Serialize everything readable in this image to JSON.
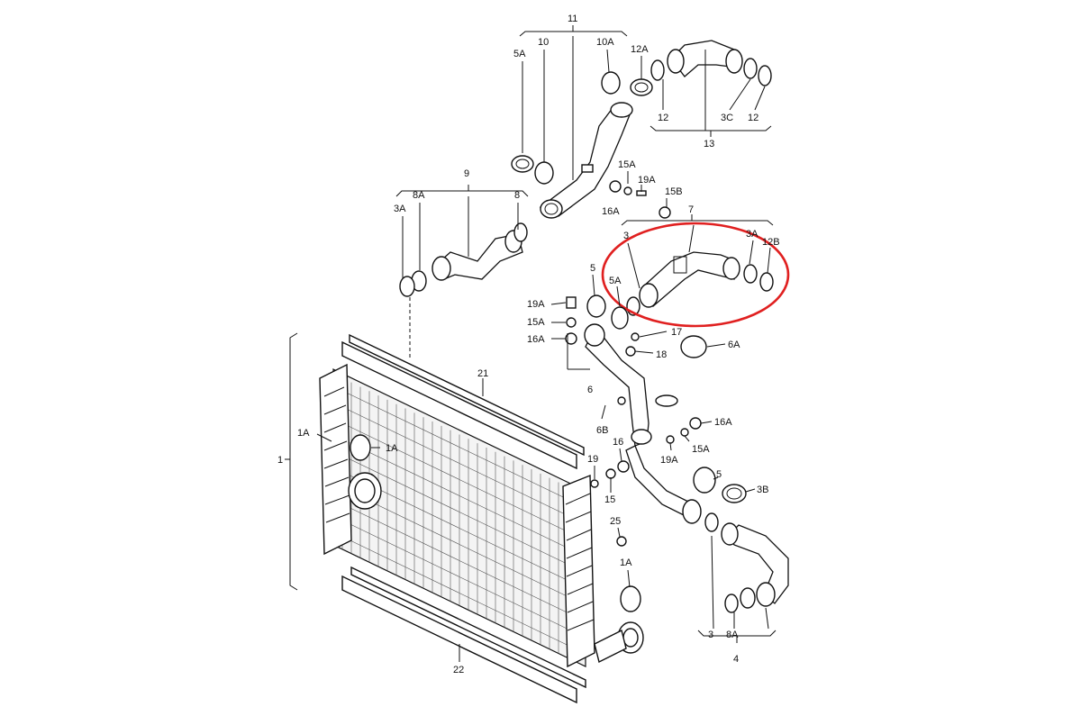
{
  "diagram": {
    "highlight_color": "#e02020",
    "labels": {
      "l11": "11",
      "l5A_top": "5A",
      "l10": "10",
      "l10A": "10A",
      "l12A": "12A",
      "l12_a": "12",
      "l3C": "3C",
      "l12_b": "12",
      "l13": "13",
      "l9": "9",
      "l8A_left": "8A",
      "l3A_left": "3A",
      "l8_left": "8",
      "l15A_top": "15A",
      "l19A_top": "19A",
      "l16A_top": "16A",
      "l15B": "15B",
      "l7": "7",
      "l3_mid": "3",
      "l3A_right": "3A",
      "l12B": "12B",
      "l5": "5",
      "l5A_mid": "5A",
      "l19A_mid": "19A",
      "l15A_mid": "15A",
      "l16A_mid": "16A",
      "l17": "17",
      "l18": "18",
      "l6A": "6A",
      "l6": "6",
      "l6B": "6B",
      "l16A_right": "16A",
      "l15A_right": "15A",
      "l19A_right": "19A",
      "l16": "16",
      "l19": "19",
      "l15": "15",
      "l5_lower": "5",
      "l3B": "3B",
      "l25": "25",
      "l1A_lower": "1A",
      "l1A_left": "1A",
      "l1": "1",
      "l1A_inner": "1A",
      "l21": "21",
      "l22": "22",
      "l3_lower": "3",
      "l8A_lower": "8A",
      "l4": "4"
    }
  }
}
